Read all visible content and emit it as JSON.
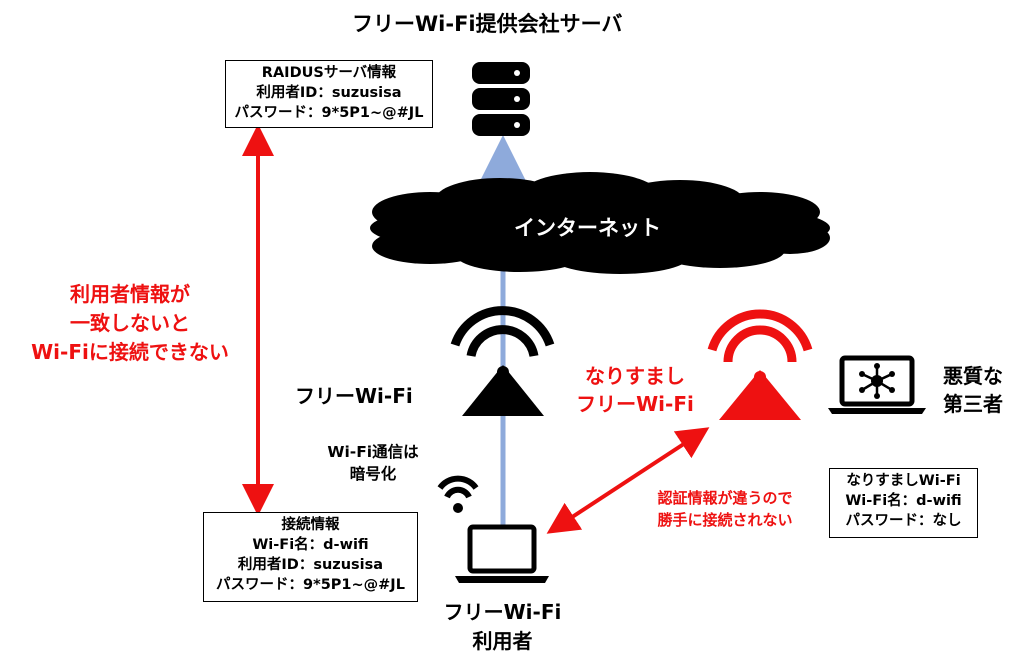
{
  "server_title": "フリーWi-Fi提供会社サーバ",
  "radius_box": {
    "line1": "RAIDUSサーバ情報",
    "line2": "利用者ID：suzusisa",
    "line3": "パスワード：9*5P1~@#JL"
  },
  "internet_label": "インターネット",
  "mismatch_note": {
    "line1": "利用者情報が",
    "line2": "一致しないと",
    "line3": "Wi-Fiに接続できない"
  },
  "free_wifi_label": "フリーWi-Fi",
  "encryption_note": {
    "line1": "Wi-Fi通信は",
    "line2": "暗号化"
  },
  "impostor_label": {
    "line1": "なりすまし",
    "line2": "フリーWi-Fi"
  },
  "attacker_label": {
    "line1": "悪質な",
    "line2": "第三者"
  },
  "auth_note": {
    "line1": "認証情報が違うので",
    "line2": "勝手に接続されない"
  },
  "impostor_box": {
    "line1": "なりすましWi-Fi",
    "line2": "Wi-Fi名：d-wifi",
    "line3": "パスワード：なし"
  },
  "connection_box": {
    "line1": "接続情報",
    "line2": "Wi-Fi名：d-wifi",
    "line3": "利用者ID：suzusisa",
    "line4": "パスワード：9*5P1~@#JL"
  },
  "user_label": {
    "line1": "フリーWi-Fi",
    "line2": "利用者"
  },
  "colors": {
    "accent_red": "#ee1111",
    "link_blue": "#8eaadb",
    "ink": "#000000"
  },
  "icons": [
    "database-icon",
    "cloud-icon",
    "wifi-router-icon",
    "wifi-router-red-icon",
    "laptop-icon",
    "hacker-laptop-icon",
    "wifi-signal-icon"
  ]
}
